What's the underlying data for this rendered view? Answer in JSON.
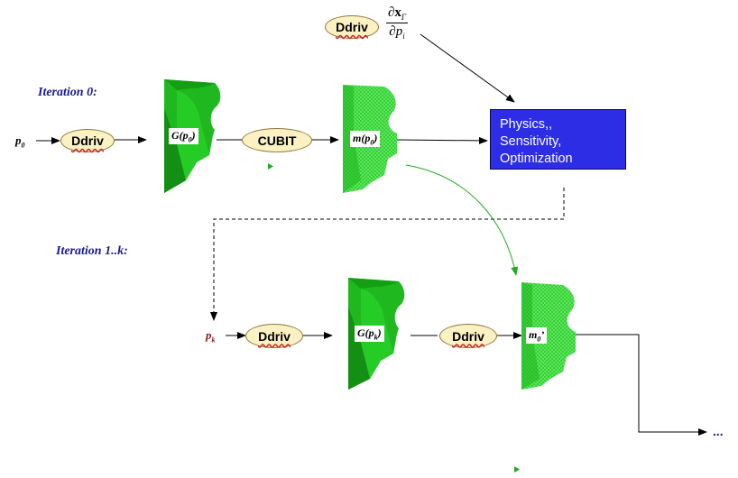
{
  "iterations": {
    "first": "Iteration 0:",
    "second": "Iteration 1..k:"
  },
  "ovals": {
    "ddriv_top": "Ddriv",
    "ddriv_row1": "Ddriv",
    "cubit": "CUBIT",
    "ddriv_row2a": "Ddriv",
    "ddriv_row2b": "Ddriv"
  },
  "params": {
    "p0_base": "p",
    "p0_sub": "0",
    "pk_base": "p",
    "pk_sub": "k"
  },
  "shapes": {
    "g0_text": "G(p",
    "g0_sub": "0",
    "g0_close": ")",
    "m0_text": "m(p",
    "m0_sub": "0",
    "m0_close": ")",
    "gk_text": "G(p",
    "gk_sub": "k",
    "gk_close": ")",
    "mprime_text": "m",
    "mprime_sub": "0",
    "mprime_suffix": "’"
  },
  "derivative": {
    "numerator_d": "∂",
    "numerator_x": "x",
    "numerator_sub": "Γ",
    "denominator_d": "∂",
    "denominator_p": "p",
    "denominator_sub": "i"
  },
  "physics_box": {
    "line1": "Physics,,",
    "line2": "Sensitivity,",
    "line3": "Optimization"
  },
  "ellipsis": "...",
  "colors": {
    "box_fill": "#2d2de6",
    "oval_fill": "#fbf1c2",
    "shape_green": "#1fb81f",
    "mesh_green": "#33d633",
    "label_blue": "#1a1a8a",
    "green_arrow": "#22aa22"
  }
}
